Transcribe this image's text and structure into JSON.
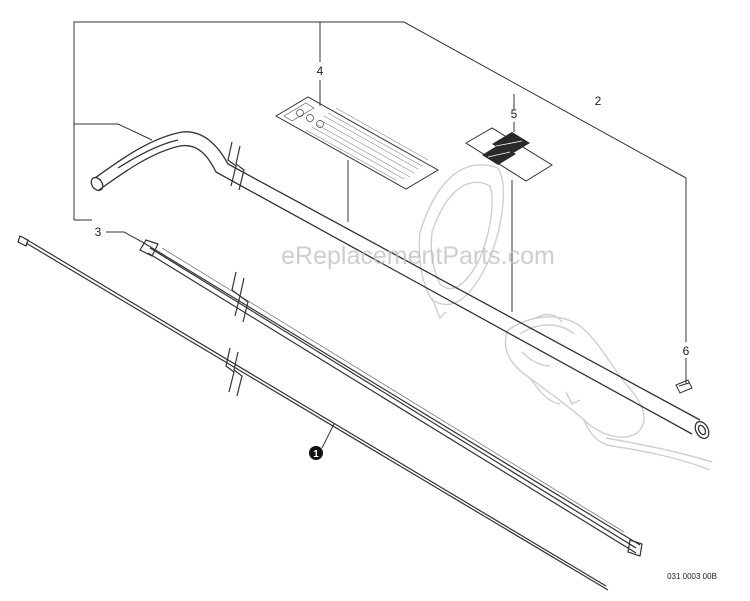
{
  "diagram": {
    "callouts": {
      "c1": "1",
      "c2": "2",
      "c3": "3",
      "c4": "4",
      "c5": "5",
      "c6": "6"
    },
    "watermark": "eReplacementParts.com",
    "drawing_code": "031 0003 00B"
  },
  "colors": {
    "line": "#333333",
    "ghost": "#c8c8c8",
    "badge": "#111111"
  }
}
